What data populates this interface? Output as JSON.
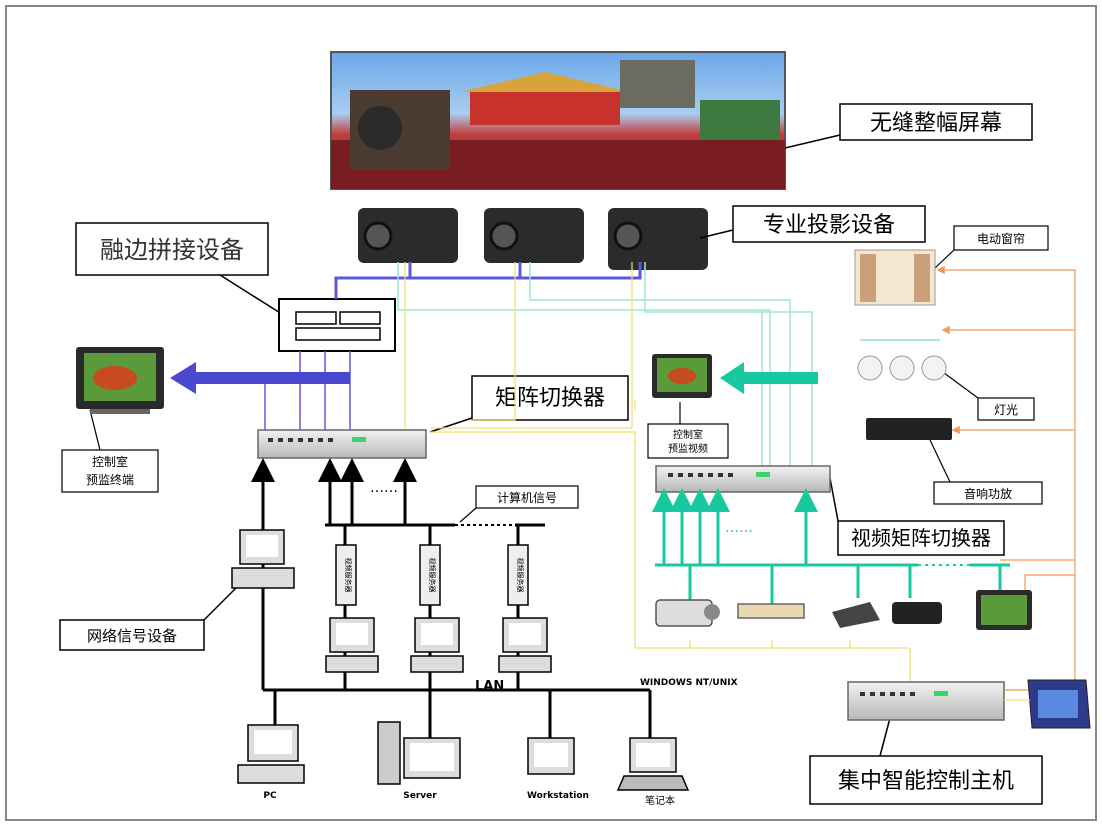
{
  "labels": {
    "seamless_screen": "无缝整幅屏幕",
    "edge_blending": "融边拼接设备",
    "projectors": "专业投影设备",
    "matrix_switcher": "矩阵切换器",
    "video_matrix": "视频矩阵切换器",
    "network_signal": "网络信号设备",
    "central_control": "集中智能控制主机",
    "electric_curtain": "电动窗帘",
    "lights": "灯光",
    "audio_amp": "音响功放",
    "control_room_preview": "控制室\n预监终端",
    "control_room_video": "控制室\n预监视频",
    "computer_signal": "计算机信号",
    "lan": "LAN",
    "os": "WINDOWS NT/UNIX",
    "pc": "PC",
    "server": "Server",
    "workstation": "Workstation",
    "laptop": "笔记本",
    "rack_label": "视频服务器",
    "dots": "……"
  },
  "colors": {
    "blue_link": "#5a5ad8",
    "blue_arrow": "#4848d0",
    "cyan_link": "#9ee6d4",
    "green_arrow": "#18c8a0",
    "yellow_link": "#f0e070",
    "orange_link": "#f29a5a",
    "black_link": "#000000"
  }
}
